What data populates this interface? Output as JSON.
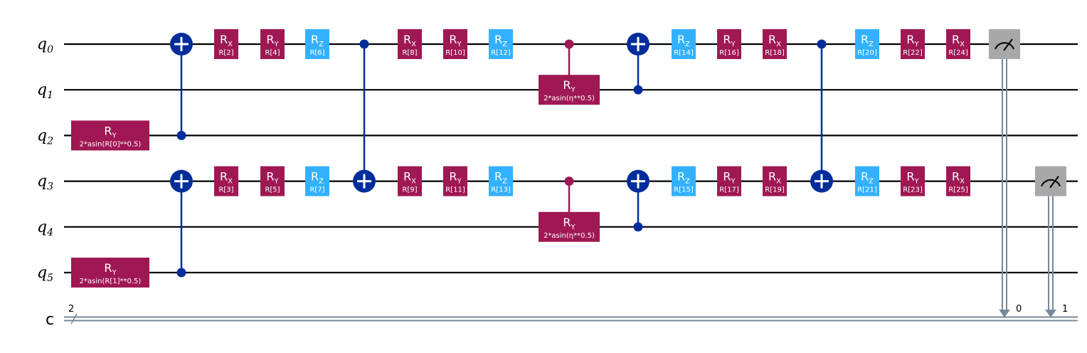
{
  "colors": {
    "rx": "#9f1853",
    "ry": "#9f1853",
    "rz": "#33b1ff",
    "cx": "#002d9c",
    "cry": "#9f1853",
    "measure": "#a8a8a8",
    "classical": "#778899",
    "wire": "#000000"
  },
  "qubits": [
    "q0",
    "q1",
    "q2",
    "q3",
    "q4",
    "q5"
  ],
  "qubit_labels": [
    {
      "base": "q",
      "sub": "0"
    },
    {
      "base": "q",
      "sub": "1"
    },
    {
      "base": "q",
      "sub": "2"
    },
    {
      "base": "q",
      "sub": "3"
    },
    {
      "base": "q",
      "sub": "4"
    },
    {
      "base": "q",
      "sub": "5"
    }
  ],
  "classical_register": {
    "label": "c",
    "size": "2"
  },
  "gates": [
    {
      "type": "ry",
      "qubit": 2,
      "param": "2*asin(R[0]**0.5)",
      "col": 0
    },
    {
      "type": "ry",
      "qubit": 5,
      "param": "2*asin(R[1]**0.5)",
      "col": 0
    },
    {
      "type": "cx",
      "control": 2,
      "target": 0,
      "col": 1
    },
    {
      "type": "cx",
      "control": 5,
      "target": 3,
      "col": 1
    },
    {
      "type": "rx",
      "qubit": 0,
      "param": "R[2]",
      "col": 2
    },
    {
      "type": "rx",
      "qubit": 3,
      "param": "R[3]",
      "col": 2
    },
    {
      "type": "ry",
      "qubit": 0,
      "param": "R[4]",
      "col": 3
    },
    {
      "type": "ry",
      "qubit": 3,
      "param": "R[5]",
      "col": 3
    },
    {
      "type": "rz",
      "qubit": 0,
      "param": "R[6]",
      "col": 4
    },
    {
      "type": "rz",
      "qubit": 3,
      "param": "R[7]",
      "col": 4
    },
    {
      "type": "cx",
      "control": 0,
      "target": 3,
      "col": 5
    },
    {
      "type": "rx",
      "qubit": 0,
      "param": "R[8]",
      "col": 6
    },
    {
      "type": "rx",
      "qubit": 3,
      "param": "R[9]",
      "col": 6
    },
    {
      "type": "ry",
      "qubit": 0,
      "param": "R[10]",
      "col": 7
    },
    {
      "type": "ry",
      "qubit": 3,
      "param": "R[11]",
      "col": 7
    },
    {
      "type": "rz",
      "qubit": 0,
      "param": "R[12]",
      "col": 8
    },
    {
      "type": "rz",
      "qubit": 3,
      "param": "R[13]",
      "col": 8
    },
    {
      "type": "cry",
      "control": 0,
      "target": 1,
      "param": "2*asin(η**0.5)",
      "col": 9
    },
    {
      "type": "cry",
      "control": 3,
      "target": 4,
      "param": "2*asin(η**0.5)",
      "col": 9
    },
    {
      "type": "cx",
      "control": 1,
      "target": 0,
      "col": 10
    },
    {
      "type": "cx",
      "control": 4,
      "target": 3,
      "col": 10
    },
    {
      "type": "rz",
      "qubit": 0,
      "param": "R[14]",
      "col": 11
    },
    {
      "type": "rz",
      "qubit": 3,
      "param": "R[15]",
      "col": 11
    },
    {
      "type": "ry",
      "qubit": 0,
      "param": "R[16]",
      "col": 12
    },
    {
      "type": "ry",
      "qubit": 3,
      "param": "R[17]",
      "col": 12
    },
    {
      "type": "rx",
      "qubit": 0,
      "param": "R[18]",
      "col": 13
    },
    {
      "type": "rx",
      "qubit": 3,
      "param": "R[19]",
      "col": 13
    },
    {
      "type": "cx",
      "control": 0,
      "target": 3,
      "col": 14
    },
    {
      "type": "rz",
      "qubit": 0,
      "param": "R[20]",
      "col": 15
    },
    {
      "type": "rz",
      "qubit": 3,
      "param": "R[21]",
      "col": 15
    },
    {
      "type": "ry",
      "qubit": 0,
      "param": "R[22]",
      "col": 16
    },
    {
      "type": "ry",
      "qubit": 3,
      "param": "R[23]",
      "col": 16
    },
    {
      "type": "rx",
      "qubit": 0,
      "param": "R[24]",
      "col": 17
    },
    {
      "type": "rx",
      "qubit": 3,
      "param": "R[25]",
      "col": 17
    },
    {
      "type": "measure",
      "qubit": 0,
      "clbit": "0",
      "col": 18
    },
    {
      "type": "measure",
      "qubit": 3,
      "clbit": "1",
      "col": 19
    }
  ]
}
